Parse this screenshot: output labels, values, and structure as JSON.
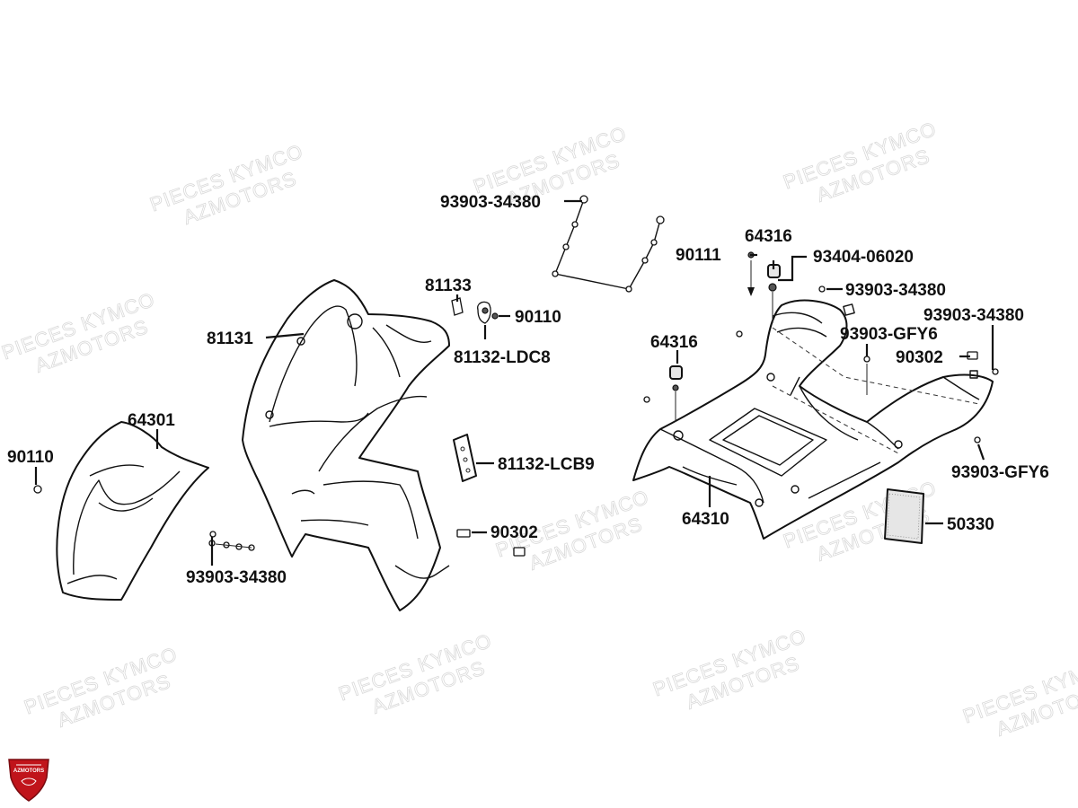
{
  "watermark": {
    "line1": "PIECES KYMCO",
    "line2": "AZMOTORS"
  },
  "logo": {
    "text": "AZMOTORS",
    "color": "#c0141b"
  },
  "parts": [
    {
      "id": "p-93903-34380-top",
      "label": "93903-34380"
    },
    {
      "id": "p-64316-top",
      "label": "64316"
    },
    {
      "id": "p-90111",
      "label": "90111"
    },
    {
      "id": "p-93404-06020",
      "label": "93404-06020"
    },
    {
      "id": "p-93903-34380-right1",
      "label": "93903-34380"
    },
    {
      "id": "p-93903-34380-right2",
      "label": "93903-34380"
    },
    {
      "id": "p-81133",
      "label": "81133"
    },
    {
      "id": "p-90110-mid",
      "label": "90110"
    },
    {
      "id": "p-81132-ldc8",
      "label": "81132-LDC8"
    },
    {
      "id": "p-81131",
      "label": "81131"
    },
    {
      "id": "p-64316-mid",
      "label": "64316"
    },
    {
      "id": "p-93903-gfy6-a",
      "label": "93903-GFY6"
    },
    {
      "id": "p-90302-right",
      "label": "90302"
    },
    {
      "id": "p-64301",
      "label": "64301"
    },
    {
      "id": "p-90110-left",
      "label": "90110"
    },
    {
      "id": "p-81132-lcb9",
      "label": "81132-LCB9"
    },
    {
      "id": "p-93903-gfy6-b",
      "label": "93903-GFY6"
    },
    {
      "id": "p-64310",
      "label": "64310"
    },
    {
      "id": "p-50330",
      "label": "50330"
    },
    {
      "id": "p-90302-mid",
      "label": "90302"
    },
    {
      "id": "p-93903-34380-bottom",
      "label": "93903-34380"
    }
  ]
}
